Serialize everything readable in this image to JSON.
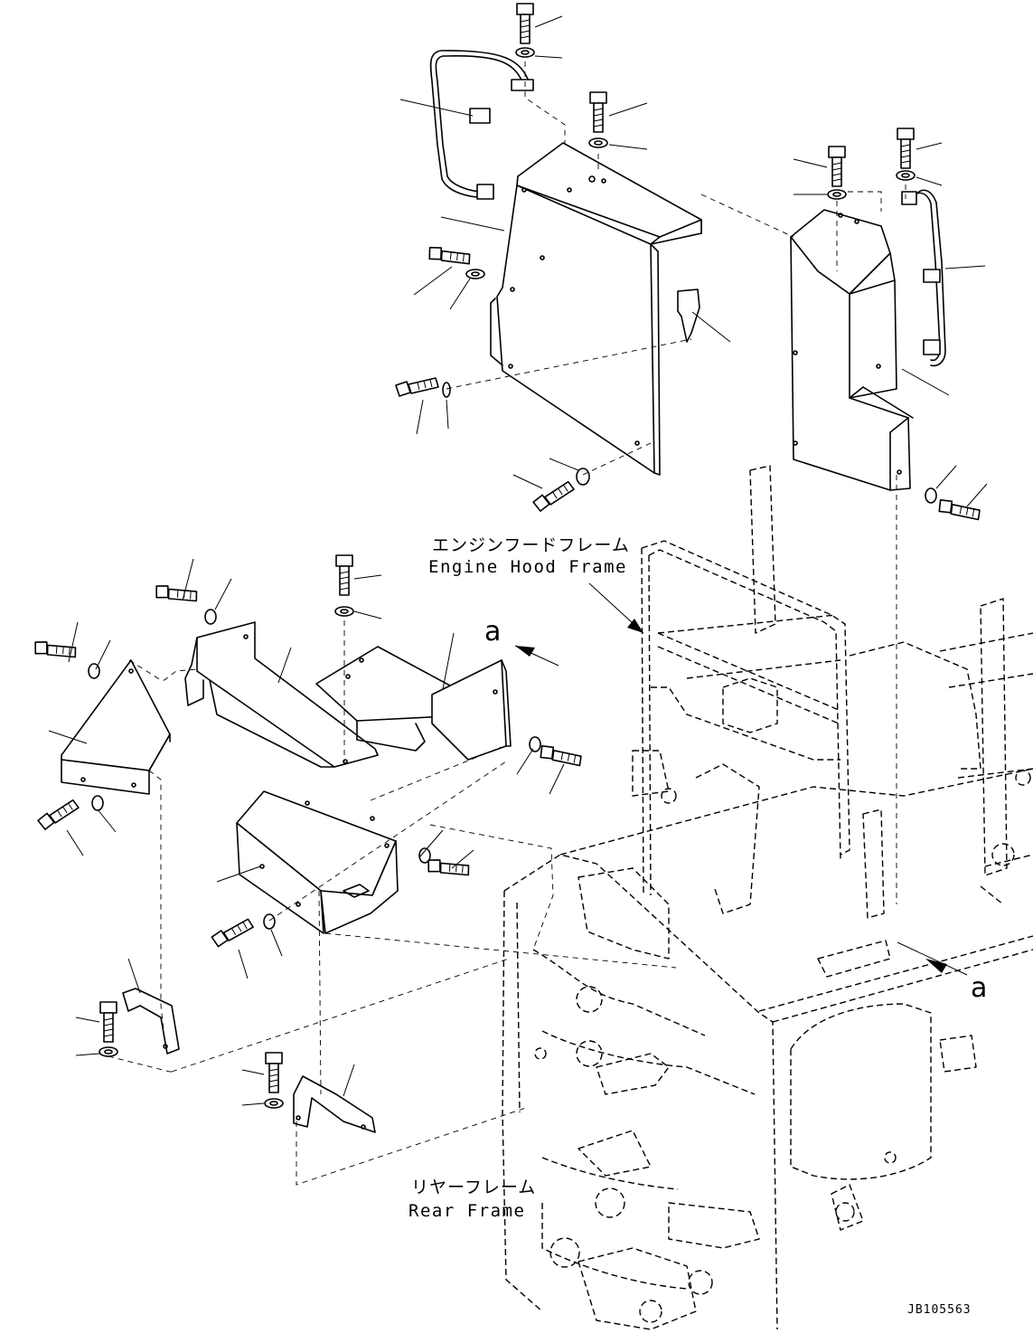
{
  "labels": {
    "engine_hood_frame_jp": "エンジンフードフレーム",
    "engine_hood_frame_en": "Engine Hood Frame",
    "rear_frame_jp": "リヤーフレーム",
    "rear_frame_en": "Rear Frame",
    "view_a_upper": "a",
    "view_a_lower": "a",
    "drawing_code": "JB105563"
  },
  "colors": {
    "line": "#000000",
    "background": "#ffffff"
  }
}
